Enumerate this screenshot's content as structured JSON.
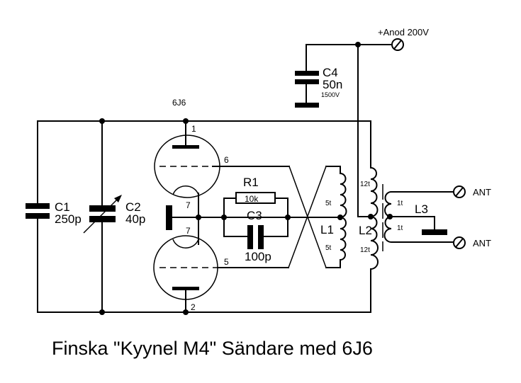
{
  "title": "Finska \"Kyynel M4\" Sändare med 6J6",
  "supply": {
    "label": "+Anod  200V"
  },
  "tube": {
    "label": "6J6",
    "pins": {
      "p1": "1",
      "p6": "6",
      "p7a": "7",
      "p7b": "7",
      "p5": "5",
      "p2": "2"
    }
  },
  "components": {
    "c1": {
      "name": "C1",
      "value": "250p"
    },
    "c2": {
      "name": "C2",
      "value": "40p"
    },
    "c3": {
      "name": "C3",
      "value": "100p"
    },
    "c4": {
      "name": "C4",
      "value": "50n",
      "rating": "1500V"
    },
    "r1": {
      "name": "R1",
      "value": "10k"
    },
    "l1": {
      "name": "L1",
      "turns_top": "5t",
      "turns_bottom": "5t"
    },
    "l2": {
      "name": "L2",
      "turns_top": "12t",
      "turns_bottom": "12t",
      "link_top": "1t",
      "link_bottom": "1t"
    },
    "l3": {
      "name": "L3"
    }
  },
  "terminals": {
    "ant1": "ANT",
    "ant2": "ANT"
  }
}
